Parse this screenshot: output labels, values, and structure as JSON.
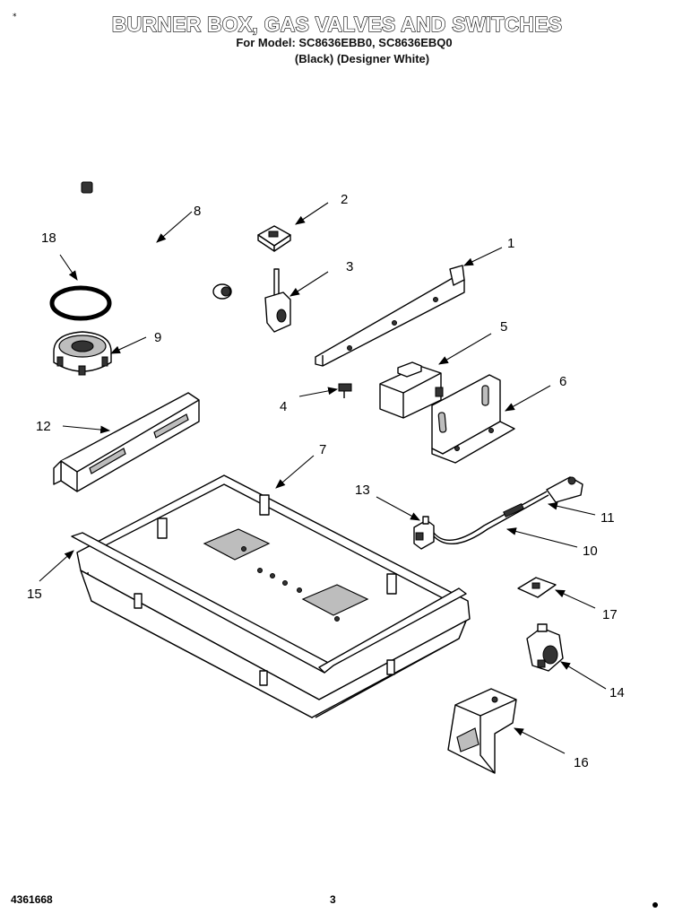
{
  "header": {
    "title": "BURNER BOX, GAS VALVES AND SWITCHES",
    "model_line": "For Model: SC8636EBB0, SC8636EBQ0",
    "variant_line": "(Black)    (Designer White)",
    "corner_mark": "*"
  },
  "footer": {
    "doc_number": "4361668",
    "page_number": "3"
  },
  "callouts": {
    "c1": "1",
    "c2": "2",
    "c3": "3",
    "c4": "4",
    "c5": "5",
    "c6": "6",
    "c7": "7",
    "c8": "8",
    "c9": "9",
    "c10": "10",
    "c11": "11",
    "c12": "12",
    "c13": "13",
    "c14": "14",
    "c15": "15",
    "c16": "16",
    "c17": "17",
    "c18": "18"
  }
}
